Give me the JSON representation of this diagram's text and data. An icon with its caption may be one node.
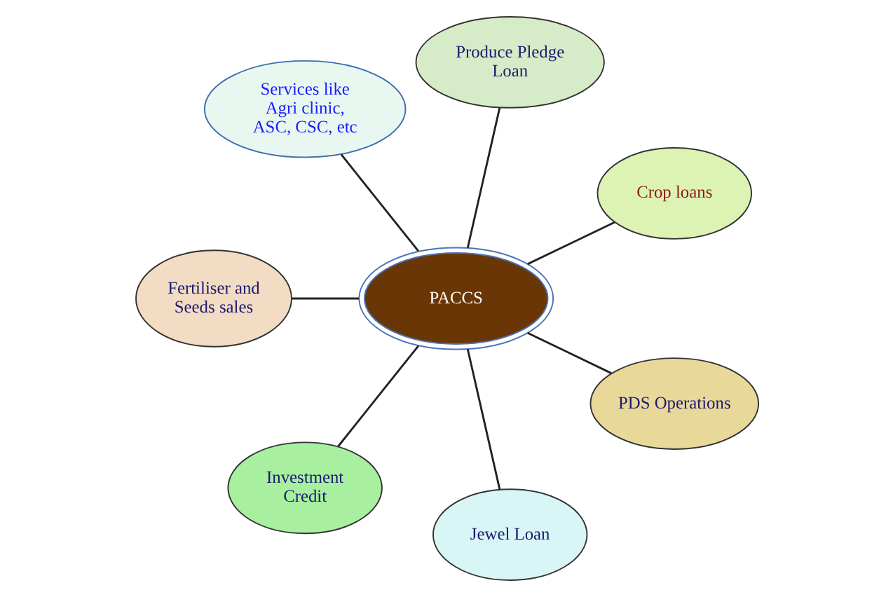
{
  "diagram": {
    "nodes": [
      {
        "text": [
          "PACCS"
        ]
      },
      {
        "text": [
          "Crop loans"
        ]
      },
      {
        "text": [
          "Produce Pledge Loan"
        ]
      },
      {
        "text": [
          "Services like Agri clinic, ASC, CSC, etc"
        ]
      },
      {
        "text": [
          "Fertiliser and Seeds sales"
        ]
      },
      {
        "text": [
          "Investment Credit"
        ]
      },
      {
        "text": [
          "Jewel Loan"
        ]
      },
      {
        "text": [
          "PDS Operations"
        ]
      }
    ],
    "edges": [
      {
        "from": 0,
        "to": 1,
        "arrow": "none"
      },
      {
        "from": 0,
        "to": 2,
        "arrow": "none"
      },
      {
        "from": 0,
        "to": 3,
        "arrow": "none"
      },
      {
        "from": 0,
        "to": 4,
        "arrow": "none"
      },
      {
        "from": 0,
        "to": 5,
        "arrow": "none"
      },
      {
        "from": 0,
        "to": 6,
        "arrow": "none"
      },
      {
        "from": 0,
        "to": 7,
        "arrow": "none"
      }
    ]
  }
}
